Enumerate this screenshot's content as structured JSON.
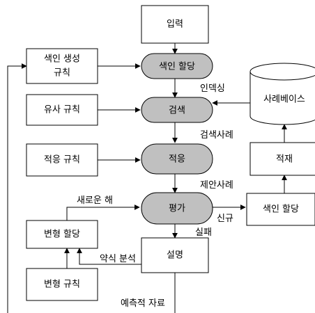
{
  "nodes": {
    "input": "입력",
    "index_rules_line1": "색인 생성",
    "index_rules_line2": "규칙",
    "index_assign": "색인 할당",
    "similarity_rules": "유사 규칙",
    "search": "검색",
    "database": "사례베이스",
    "adapt_rules": "적응 규칙",
    "adapt": "적응",
    "store": "적재",
    "evaluate": "평가",
    "index_assign_right": "색인 할당",
    "mod_assign": "변형 할당",
    "explain": "설명",
    "mod_rules": "변형 규칙"
  },
  "edge_labels": {
    "indexing": "인덱싱",
    "searched_case": "검색사례",
    "proposed_case": "제안사례",
    "new_solution": "새로운 해",
    "new": "신규",
    "failure": "실패",
    "weakness_analysis": "약식 분석",
    "predictive_data": "예측적 자료"
  }
}
